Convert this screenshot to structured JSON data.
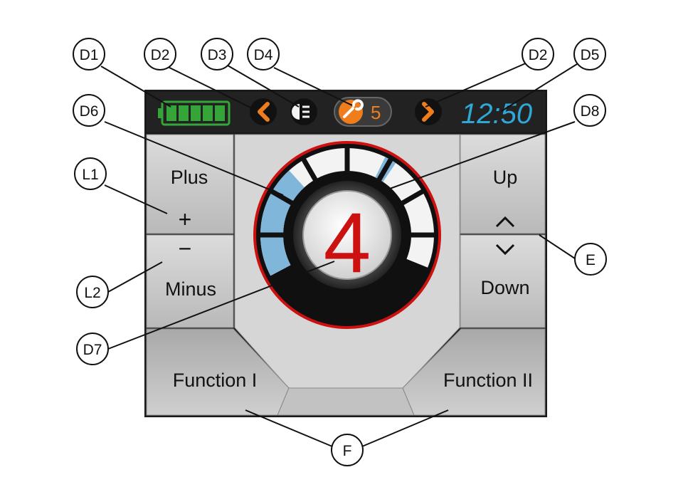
{
  "callouts": {
    "d1": "D1",
    "d2_left": "D2",
    "d3": "D3",
    "d4": "D4",
    "d2_right": "D2",
    "d5": "D5",
    "d6": "D6",
    "d8": "D8",
    "l1": "L1",
    "l2": "L2",
    "e": "E",
    "d7": "D7",
    "f": "F"
  },
  "status_bar": {
    "battery_cells": 5,
    "battery_icon": "battery-icon",
    "left_arrow_icon": "chevron-left-icon",
    "headlight_icon": "headlight-icon",
    "service_icon": "wrench-icon",
    "service_count": "5",
    "right_arrow_icon": "chevron-right-icon",
    "clock": "12:50",
    "clock_color": "#2fa8d8",
    "arrow_color": "#f07d1c"
  },
  "buttons": {
    "plus_label": "Plus",
    "plus_symbol": "+",
    "minus_symbol": "−",
    "minus_label": "Minus",
    "up_label": "Up",
    "up_symbol": "^",
    "down_symbol": "v",
    "down_label": "Down",
    "function1_label": "Function I",
    "function2_label": "Function II"
  },
  "gauge": {
    "value": "4",
    "value_color": "#cc1111",
    "active_segment_color": "#7fb6d9",
    "ring_color": "#cc1111"
  }
}
